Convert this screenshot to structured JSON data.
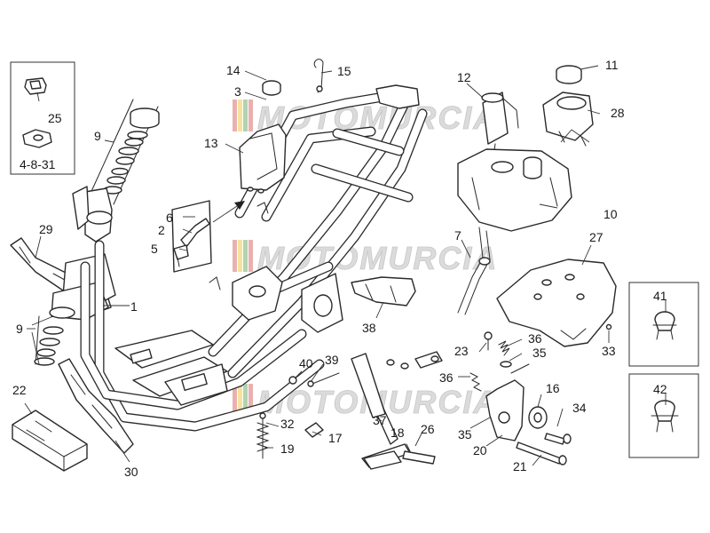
{
  "diagram": {
    "labels": {
      "l1": "1",
      "l2": "2",
      "l3": "3",
      "l4_8_31": "4-8-31",
      "l5": "5",
      "l6": "6",
      "l7": "7",
      "l9a": "9",
      "l9b": "9",
      "l10": "10",
      "l11": "11",
      "l12": "12",
      "l13": "13",
      "l14": "14",
      "l15": "15",
      "l16": "16",
      "l17": "17",
      "l18": "18",
      "l19": "19",
      "l20": "20",
      "l21": "21",
      "l22": "22",
      "l23": "23",
      "l25": "25",
      "l26": "26",
      "l27": "27",
      "l28": "28",
      "l29": "29",
      "l30": "30",
      "l32": "32",
      "l33": "33",
      "l34": "34",
      "l35a": "35",
      "l35b": "35",
      "l36a": "36",
      "l36b": "36",
      "l37": "37",
      "l38": "38",
      "l39": "39",
      "l40": "40",
      "l41": "41",
      "l42": "42"
    },
    "watermark": {
      "text": "MOTOMURCIA",
      "flag_colors": [
        "#d22f2f",
        "#f2c200",
        "#3a8a3a",
        "#d22f2f"
      ]
    }
  }
}
